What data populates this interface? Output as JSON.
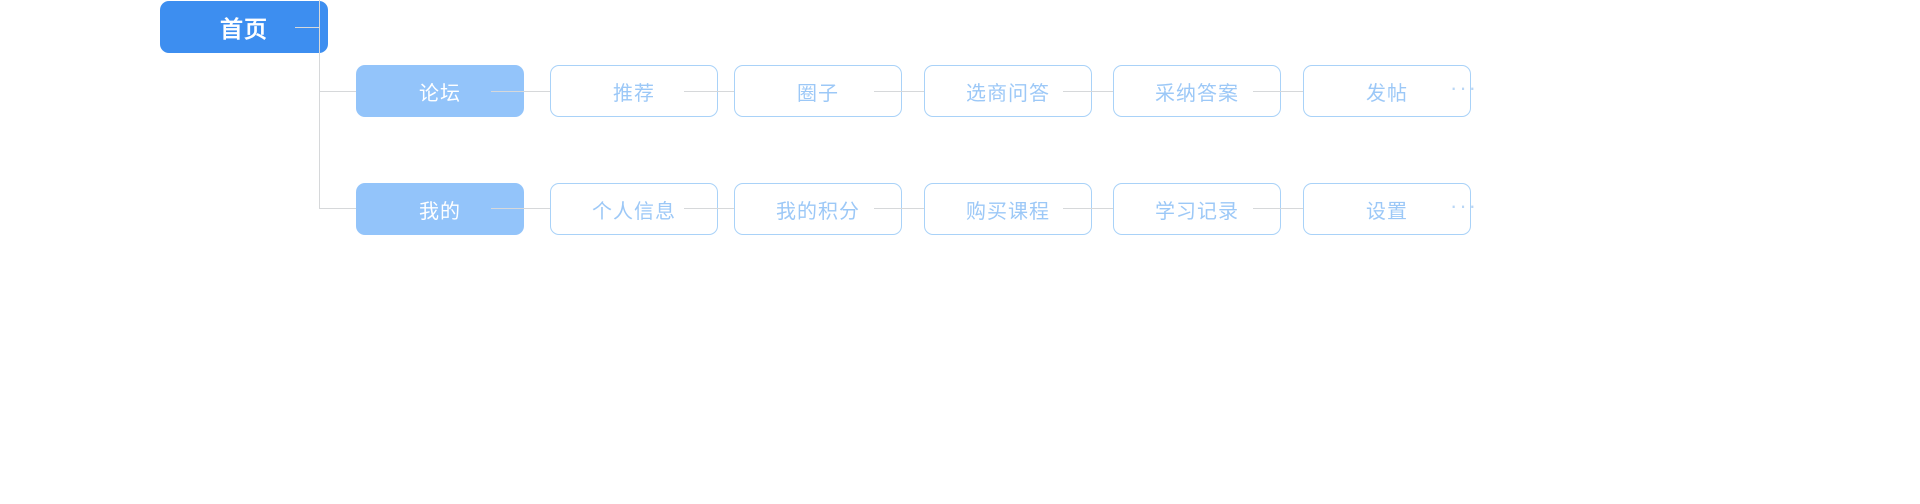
{
  "diagram": {
    "type": "sitemap-tree",
    "orientation": "horizontal-left-to-right",
    "colors": {
      "root_fill": "#3d8ef0",
      "root_text": "#ffffff",
      "branch_fill": "#93c4fa",
      "branch_text": "#ffffff",
      "leaf_fill": "#ffffff",
      "leaf_border": "#a9d2f8",
      "leaf_text": "#9cc8f7",
      "connector": "#d6d8da",
      "ellipsis": "#b9d6f5",
      "background": "#ffffff"
    },
    "root": {
      "label": "首页"
    },
    "branches": [
      {
        "label": "论坛",
        "children": [
          {
            "label": "推荐"
          },
          {
            "label": "圈子"
          },
          {
            "label": "选商问答"
          },
          {
            "label": "采纳答案"
          },
          {
            "label": "发帖"
          }
        ],
        "more_indicator": "···"
      },
      {
        "label": "我的",
        "children": [
          {
            "label": "个人信息"
          },
          {
            "label": "我的积分"
          },
          {
            "label": "购买课程"
          },
          {
            "label": "学习记录"
          },
          {
            "label": "设置"
          }
        ],
        "more_indicator": "···"
      }
    ]
  }
}
